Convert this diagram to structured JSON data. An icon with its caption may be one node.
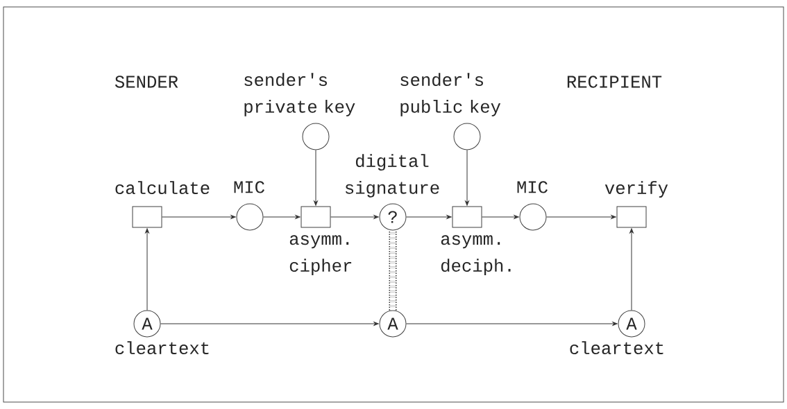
{
  "diagram": {
    "nodes": [
      {
        "text": [],
        "shape": "box",
        "beside": [
          "calculate"
        ]
      },
      {
        "text": [],
        "shape": "circle",
        "beside": [
          "MIC"
        ]
      },
      {
        "text": [],
        "shape": "box",
        "beside": [
          "asymm. cipher"
        ]
      },
      {
        "text": [
          "?"
        ],
        "beside": [
          "digital signature"
        ]
      },
      {
        "text": [],
        "shape": "box",
        "beside": [
          "asymm. deciph."
        ]
      },
      {
        "text": [],
        "shape": "circle",
        "beside": [
          "MIC"
        ]
      },
      {
        "text": [],
        "shape": "box",
        "beside": [
          "verify"
        ]
      },
      {
        "text": [],
        "shape": "circle",
        "beside": [
          "sender's private key"
        ]
      },
      {
        "text": [],
        "shape": "circle",
        "beside": [
          "sender's public key"
        ]
      },
      {
        "text": [
          "A"
        ],
        "beside": [
          "cleartext"
        ]
      },
      {
        "text": [
          "A"
        ]
      },
      {
        "text": [
          "A"
        ],
        "beside": [
          "cleartext"
        ]
      }
    ],
    "edges": [
      {
        "from": 0,
        "to": 1,
        "arrow": "to"
      },
      {
        "from": 1,
        "to": 2,
        "arrow": "to"
      },
      {
        "from": 2,
        "to": 3,
        "arrow": "to"
      },
      {
        "from": 3,
        "to": 4,
        "arrow": "to"
      },
      {
        "from": 4,
        "to": 5,
        "arrow": "to"
      },
      {
        "from": 5,
        "to": 6,
        "arrow": "to"
      },
      {
        "from": 7,
        "to": 2,
        "arrow": "to"
      },
      {
        "from": 8,
        "to": 4,
        "arrow": "to"
      },
      {
        "from": 9,
        "to": 0,
        "arrow": "to"
      },
      {
        "from": 9,
        "to": 10,
        "arrow": "to"
      },
      {
        "from": 10,
        "to": 11,
        "arrow": "to"
      },
      {
        "from": 11,
        "to": 6,
        "arrow": "to"
      },
      {
        "from": 10,
        "to": 3,
        "arrow": "none",
        "style": "dashed"
      }
    ],
    "labels": [
      "SENDER",
      "RECIPIENT"
    ]
  }
}
